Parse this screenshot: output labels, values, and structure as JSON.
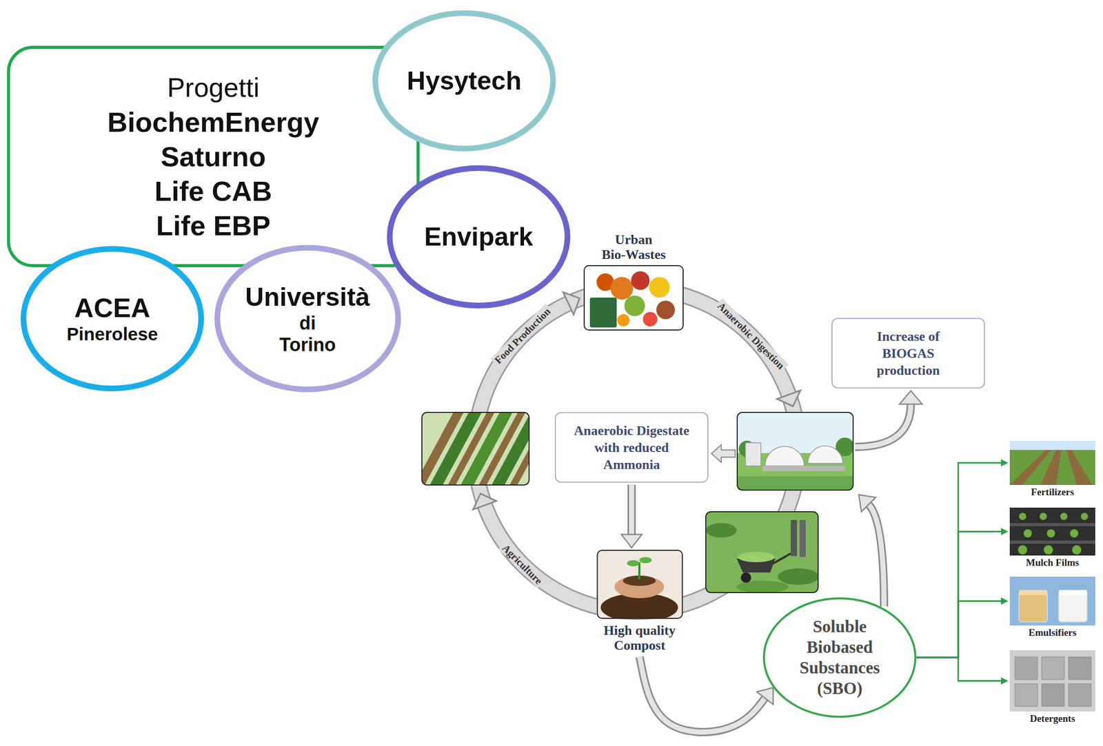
{
  "diagram": {
    "nodes": [
      {
        "text": [
          "Progetti",
          "BiochemEnergy Saturno Life CAB Life EBP"
        ]
      },
      {
        "text": [
          "Hysytech"
        ]
      },
      {
        "text": [
          "Envipark"
        ]
      },
      {
        "text": [
          "ACEA",
          "Pinerolese"
        ]
      },
      {
        "text": [
          "Università",
          "di Torino"
        ]
      },
      {
        "text": [
          "Urban Bio-Wastes"
        ]
      },
      {
        "text": [
          "Increase of BIOGAS production"
        ]
      },
      {
        "text": [
          "Anaerobic Digestate with reduced Ammonia"
        ]
      },
      {
        "text": [
          "Fertilizers"
        ]
      },
      {
        "text": [
          "Mulch Films"
        ]
      },
      {
        "text": [
          "Emulsifiers"
        ]
      },
      {
        "text": [
          "High quality Compost"
        ]
      },
      {
        "text": [
          "Soluble Biobased Substances (SBO)"
        ]
      },
      {
        "text": [
          "Detergents"
        ]
      }
    ],
    "edges": [
      {
        "from": 7,
        "to": 11,
        "arrow": "to"
      },
      {
        "from": 11,
        "to": 12,
        "arrow": "to"
      },
      {
        "from": 12,
        "to": 8,
        "arrow": "to"
      },
      {
        "from": 12,
        "to": 9,
        "arrow": "to"
      },
      {
        "from": 12,
        "to": 10,
        "arrow": "to"
      },
      {
        "from": 12,
        "to": 13,
        "arrow": "to"
      }
    ],
    "labels": [
      "Food Production",
      "Anaerobic Digestion",
      "Agriculture"
    ]
  }
}
